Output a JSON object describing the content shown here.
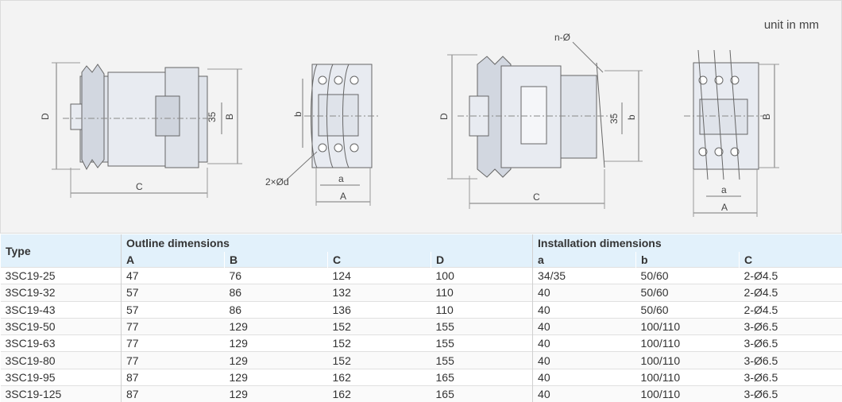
{
  "drawing": {
    "unit_note": "unit in mm",
    "labels": {
      "D": "D",
      "B": "B",
      "C": "C",
      "A": "A",
      "a": "a",
      "b": "b",
      "d35": "35",
      "hole_d": "2×Ød",
      "hole_n": "n-Ø"
    }
  },
  "table": {
    "type_header": "Type",
    "outline_header": "Outline dimensions",
    "install_header": "Installation dimensions",
    "outline_cols": [
      "A",
      "B",
      "C",
      "D"
    ],
    "install_cols": [
      "a",
      "b",
      "C"
    ],
    "rows": [
      [
        "3SC19-25",
        "47",
        "76",
        "124",
        "100",
        "34/35",
        "50/60",
        "2-Ø4.5"
      ],
      [
        "3SC19-32",
        "57",
        "86",
        "132",
        "110",
        "40",
        "50/60",
        "2-Ø4.5"
      ],
      [
        "3SC19-43",
        "57",
        "86",
        "136",
        "110",
        "40",
        "50/60",
        "2-Ø4.5"
      ],
      [
        "3SC19-50",
        "77",
        "129",
        "152",
        "155",
        "40",
        "100/110",
        "3-Ø6.5"
      ],
      [
        "3SC19-63",
        "77",
        "129",
        "152",
        "155",
        "40",
        "100/110",
        "3-Ø6.5"
      ],
      [
        "3SC19-80",
        "77",
        "129",
        "152",
        "155",
        "40",
        "100/110",
        "3-Ø6.5"
      ],
      [
        "3SC19-95",
        "87",
        "129",
        "162",
        "165",
        "40",
        "100/110",
        "3-Ø6.5"
      ],
      [
        "3SC19-125",
        "87",
        "129",
        "162",
        "165",
        "40",
        "100/110",
        "3-Ø6.5"
      ]
    ]
  }
}
